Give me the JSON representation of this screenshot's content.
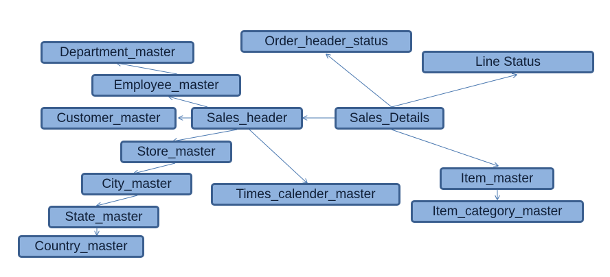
{
  "diagram": {
    "colors": {
      "node_fill": "#8fb2de",
      "node_border": "#3b5f8f",
      "edge": "#4a78b0",
      "text": "#0f1e36"
    },
    "nodes": {
      "department_master": "Department_master",
      "employee_master": "Employee_master",
      "customer_master": "Customer_master",
      "sales_header": "Sales_header",
      "sales_details": "Sales_Details",
      "order_header_status": "Order_header_status",
      "line_status": "Line Status",
      "store_master": "Store_master",
      "city_master": "City_master",
      "state_master": "State_master",
      "country_master": "Country_master",
      "times_calender_master": "Times_calender_master",
      "item_master": "Item_master",
      "item_category_master": "Item_category_master"
    },
    "edges": [
      {
        "from": "employee_master",
        "to": "department_master"
      },
      {
        "from": "sales_header",
        "to": "employee_master"
      },
      {
        "from": "sales_header",
        "to": "customer_master"
      },
      {
        "from": "sales_details",
        "to": "sales_header"
      },
      {
        "from": "sales_details",
        "to": "order_header_status"
      },
      {
        "from": "sales_details",
        "to": "line_status"
      },
      {
        "from": "sales_details",
        "to": "item_master"
      },
      {
        "from": "sales_header",
        "to": "store_master"
      },
      {
        "from": "sales_header",
        "to": "times_calender_master"
      },
      {
        "from": "store_master",
        "to": "city_master"
      },
      {
        "from": "city_master",
        "to": "state_master"
      },
      {
        "from": "state_master",
        "to": "country_master"
      },
      {
        "from": "item_master",
        "to": "item_category_master"
      }
    ]
  }
}
